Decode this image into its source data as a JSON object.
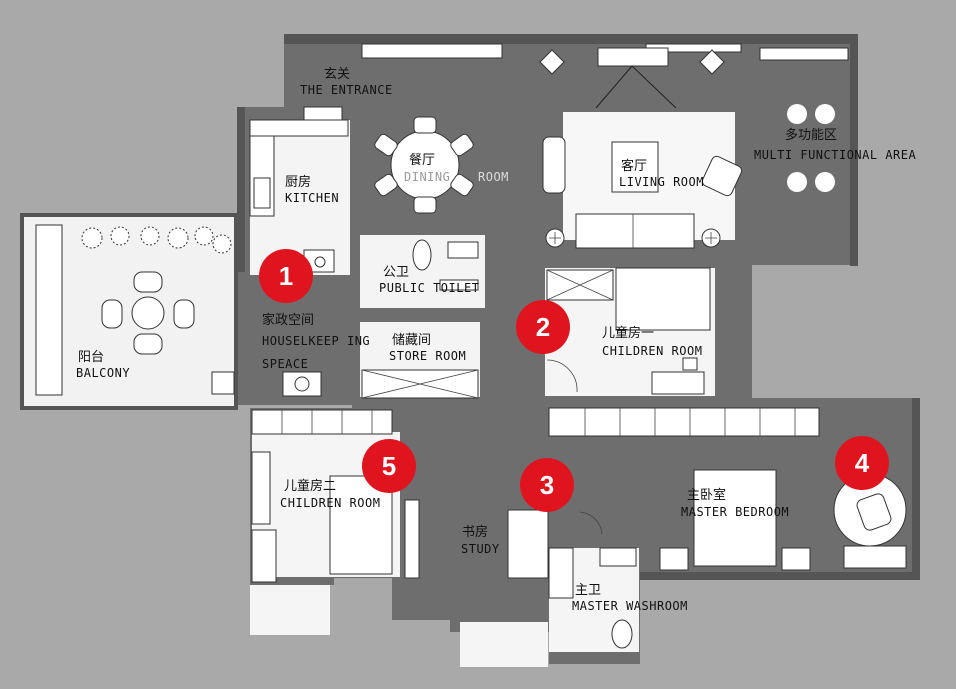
{
  "rooms": {
    "entrance": {
      "zh": "玄关",
      "en": "THE ENTRANCE"
    },
    "dining": {
      "zh": "餐厅",
      "en_a": "DINING",
      "en_b": "ROOM"
    },
    "living": {
      "zh": "客厅",
      "en": "LIVING ROOM"
    },
    "multi": {
      "zh": "多功能区",
      "en": "MULTI FUNCTIONAL AREA"
    },
    "kitchen": {
      "zh": "厨房",
      "en": "KITCHEN"
    },
    "toilet": {
      "zh": "公卫",
      "en": "PUBLIC TOILET"
    },
    "housekeeping": {
      "zh": "家政空间",
      "en_a": "HOUSELKEEP ING",
      "en_b": "SPEACE"
    },
    "store": {
      "zh": "储藏间",
      "en": "STORE ROOM"
    },
    "balcony": {
      "zh": "阳台",
      "en": "BALCONY"
    },
    "children1": {
      "zh": "儿童房一",
      "en": "CHILDREN  ROOM"
    },
    "children2": {
      "zh": "儿童房二",
      "en": "CHILDREN  ROOM"
    },
    "study": {
      "zh": "书房",
      "en": "STUDY"
    },
    "master_bed": {
      "zh": "主卧室",
      "en": "MASTER BEDROOM"
    },
    "master_wash": {
      "zh": "主卫",
      "en": "MASTER  WASHROOM"
    }
  },
  "markers": [
    "1",
    "2",
    "3",
    "4",
    "5"
  ],
  "colors": {
    "background": "#a9a9a9",
    "floor": "#6e6e6e",
    "wall": "#555555",
    "marker": "#e0141e",
    "furniture": "#ffffff"
  }
}
